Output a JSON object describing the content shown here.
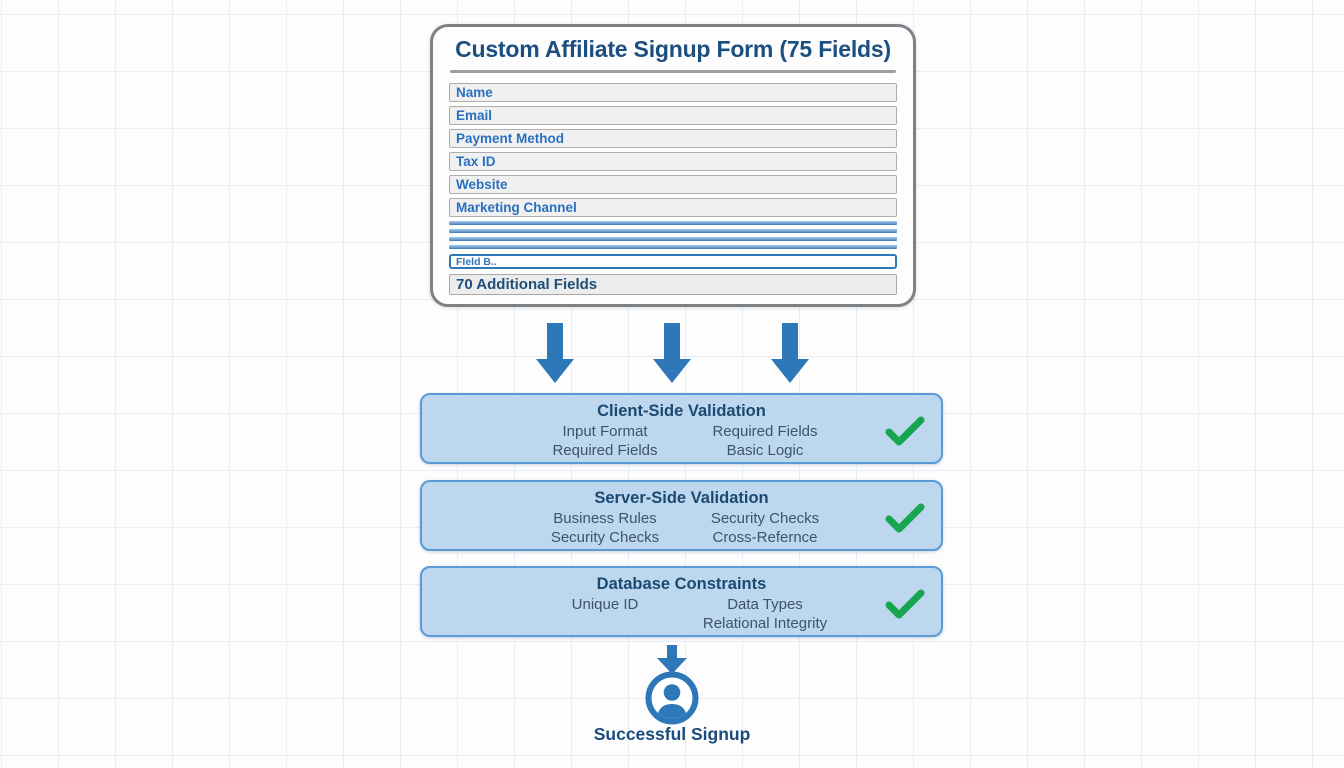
{
  "form_card": {
    "title": "Custom Affiliate Signup Form (75 Fields)",
    "fields": [
      "Name",
      "Email",
      "Payment Method",
      "Tax ID",
      "Website",
      "Marketing Channel"
    ],
    "collapsed_field": "FIeld B..",
    "summary_field": "70 Additional Fields"
  },
  "stages": [
    {
      "title": "Client-Side Validation",
      "items": [
        "Input Format",
        "Required Fields",
        "Required Fields",
        "Basic Logic"
      ],
      "status_icon": "green-check"
    },
    {
      "title": "Server-Side Validation",
      "items": [
        "Business Rules",
        "Security Checks",
        "Security Checks",
        "Cross-Refernce"
      ],
      "status_icon": "green-check"
    },
    {
      "title": "Database Constraints",
      "items": [
        "Unique ID",
        "Data Types",
        "",
        "Relational Integrity"
      ],
      "status_icon": "green-check"
    }
  ],
  "result_label": "Successful Signup",
  "icons": [
    "down-arrow-icon",
    "check-icon",
    "user-icon"
  ],
  "colors": {
    "arrow_blue": "#2e77b8",
    "stage_fill": "#bdd7ee",
    "stage_border": "#5b9bd5",
    "title_navy": "#1c4e80",
    "stage_item_text": "#3d536e",
    "field_text": "#2a70c0",
    "check_green": "#18a550",
    "card_border": "#7d8287",
    "grid_line": "#e9eef5"
  }
}
